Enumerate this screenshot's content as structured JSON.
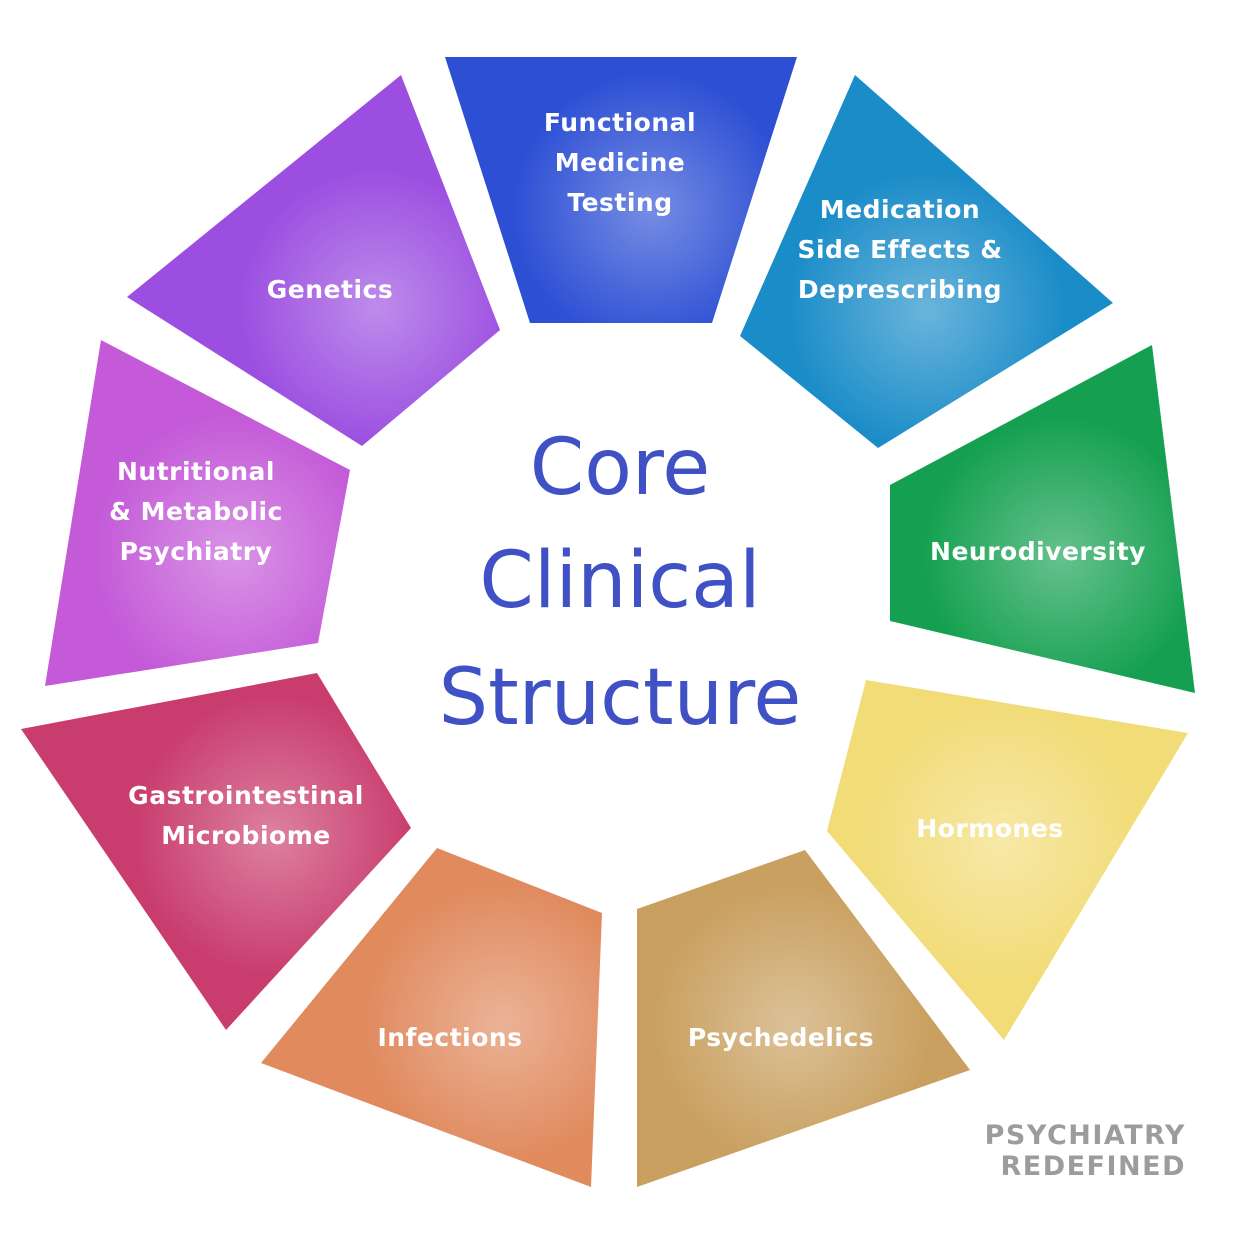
{
  "center": {
    "lines": [
      "Core",
      "Clinical",
      "Structure"
    ],
    "color": "#3f51c4"
  },
  "segments": [
    {
      "id": "functional-medicine-testing",
      "lines": [
        "Functional",
        "Medicine",
        "Testing"
      ],
      "color": "#2c4fd4",
      "icon": "test-tube-icon"
    },
    {
      "id": "medication-side-effects",
      "lines": [
        "Medication",
        "Side Effects &",
        "Deprescribing"
      ],
      "color": "#1a8cc8",
      "icon": "pill-icon"
    },
    {
      "id": "neurodiversity",
      "lines": [
        "Neurodiversity"
      ],
      "color": "#14a050",
      "icon": "brain-icon"
    },
    {
      "id": "hormones",
      "lines": [
        "Hormones"
      ],
      "color": "#f2dc78",
      "icon": "molecule-icon"
    },
    {
      "id": "psychedelics",
      "lines": [
        "Psychedelics"
      ],
      "color": "#c9a060",
      "icon": "mushroom-icon"
    },
    {
      "id": "infections",
      "lines": [
        "Infections"
      ],
      "color": "#e08a5e",
      "icon": "virus-icon"
    },
    {
      "id": "gastrointestinal-microbiome",
      "lines": [
        "Gastrointestinal",
        "Microbiome"
      ],
      "color": "#c93d6e",
      "icon": "bacteria-icon"
    },
    {
      "id": "nutritional-metabolic-psychiatry",
      "lines": [
        "Nutritional",
        "& Metabolic",
        "Psychiatry"
      ],
      "color": "#c45ad8",
      "icon": "raspberry-icon"
    },
    {
      "id": "genetics",
      "lines": [
        "Genetics"
      ],
      "color": "#9b4ee0",
      "icon": "dna-icon"
    }
  ],
  "brand": {
    "line1": "PSYCHIATRY",
    "line2": "REDEFINED",
    "color": "#9c9c9c"
  }
}
